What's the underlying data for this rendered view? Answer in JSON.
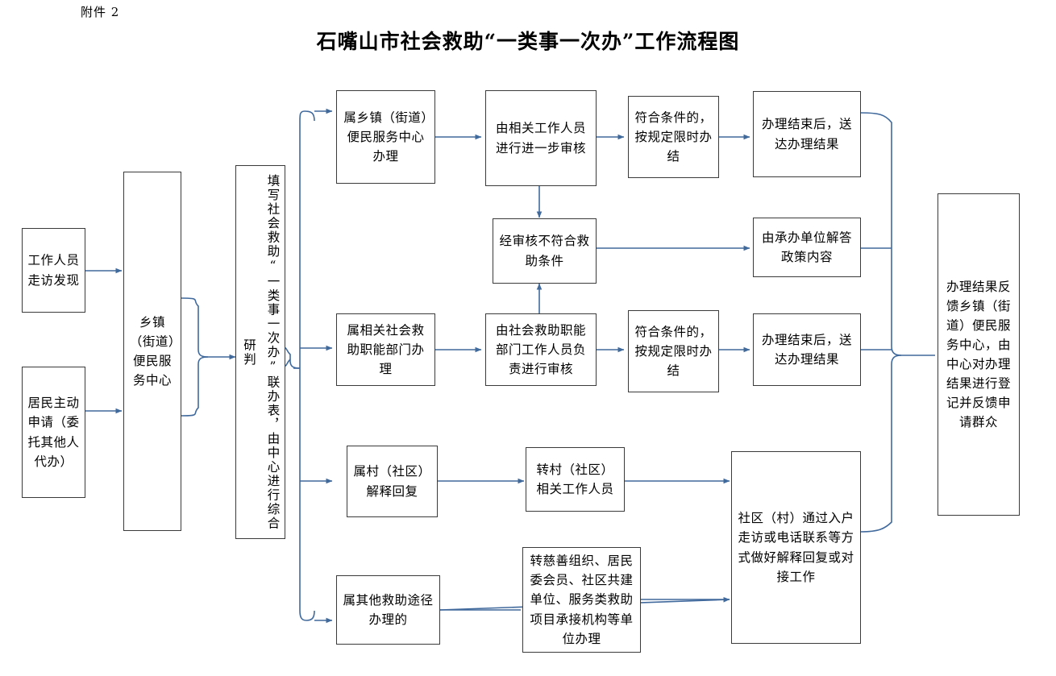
{
  "page": {
    "attachment_label": "附件 2",
    "title": "石嘴山市社会救助“一类事一次办”工作流程图",
    "accent_color": "#40699c",
    "box_border_color": "#3a3a3a",
    "background": "#ffffff"
  },
  "nodes": {
    "staff_visit": "工作人员走访发现",
    "resident_apply": "居民主动申请（委托其他人代办）",
    "township_center": "乡镇（街道）便民服务中心",
    "fill_form": "填写社会救助“一类事一次办”联办表，由中心进行综合研判",
    "branch_township": "属乡镇（街道）便民服务中心办理",
    "further_review": "由相关工作人员进行进一步审核",
    "qualified_top": "符合条件的，按规定限时办结",
    "deliver_top": "办理结束后，送达办理结果",
    "not_qualified": "经审核不符合救助条件",
    "policy_answer": "由承办单位解答政策内容",
    "branch_department": "属相关社会救助职能部门办理",
    "department_review": "由社会救助职能部门工作人员负责进行审核",
    "qualified_mid": "符合条件的，按规定限时办结",
    "deliver_mid": "办理结束后，送达办理结果",
    "branch_village": "属村（社区）解释回复",
    "village_staff": "转村（社区）相关工作人员",
    "community_work": "社区（村）通过入户走访或电话联系等方式做好解释回复或对接工作",
    "branch_other": "属其他救助途径办理的",
    "charity_units": "转慈善组织、居民委会员、社区共建单位、服务类救助项目承接机构等单位办理",
    "final_feedback": "办理结果反馈乡镇（街道）便民服务中心，由中心对办理结果进行登记并反馈申请群众"
  },
  "connectors": {
    "arrowhead": "solid-triangle",
    "line_color": "#40699c",
    "line_width": 1.6,
    "flows": [
      "工作人员走访发现 → 乡镇（街道）便民服务中心",
      "居民主动申请（委托其他人代办） → 乡镇（街道）便民服务中心",
      "乡镇（街道）便民服务中心 → 填写社会救助“一类事一次办”联办表",
      "填写联办表 → 属乡镇（街道）便民服务中心办理",
      "填写联办表 → 属相关社会救助职能部门办理",
      "填写联办表 → 属村（社区）解释回复",
      "填写联办表 → 属其他救助途径办理的",
      "属乡镇（街道）便民服务中心办理 → 由相关工作人员进行进一步审核",
      "由相关工作人员进行进一步审核 → 符合条件的，按规定限时办结",
      "由相关工作人员进行进一步审核 → 经审核不符合救助条件",
      "符合条件的，按规定限时办结 → 办理结束后，送达办理结果",
      "经审核不符合救助条件 → 由承办单位解答政策内容",
      "属相关社会救助职能部门办理 → 由社会救助职能部门工作人员负责进行审核",
      "由社会救助职能部门工作人员负责进行审核 → 符合条件的，按规定限时办结",
      "由社会救助职能部门工作人员负责进行审核 → 经审核不符合救助条件",
      "符合条件的，按规定限时办结 → 办理结束后，送达办理结果",
      "属村（社区）解释回复 → 转村（社区）相关工作人员",
      "转村（社区）相关工作人员 → 社区（村）通过入户走访或电话联系等方式做好解释回复或对接工作",
      "属其他救助途径办理的 → 转慈善组织、居民委会员等单位办理",
      "转慈善组织等单位办理 → 社区（村）通过入户走访或电话联系等方式",
      "办理结束后，送达办理结果（上） → 办理结果反馈乡镇（街道）便民服务中心",
      "由承办单位解答政策内容 → 办理结果反馈乡镇（街道）便民服务中心",
      "办理结束后，送达办理结果（中） → 办理结果反馈乡镇（街道）便民服务中心",
      "社区（村）做好解释回复或对接工作 → 办理结果反馈乡镇（街道）便民服务中心"
    ]
  }
}
